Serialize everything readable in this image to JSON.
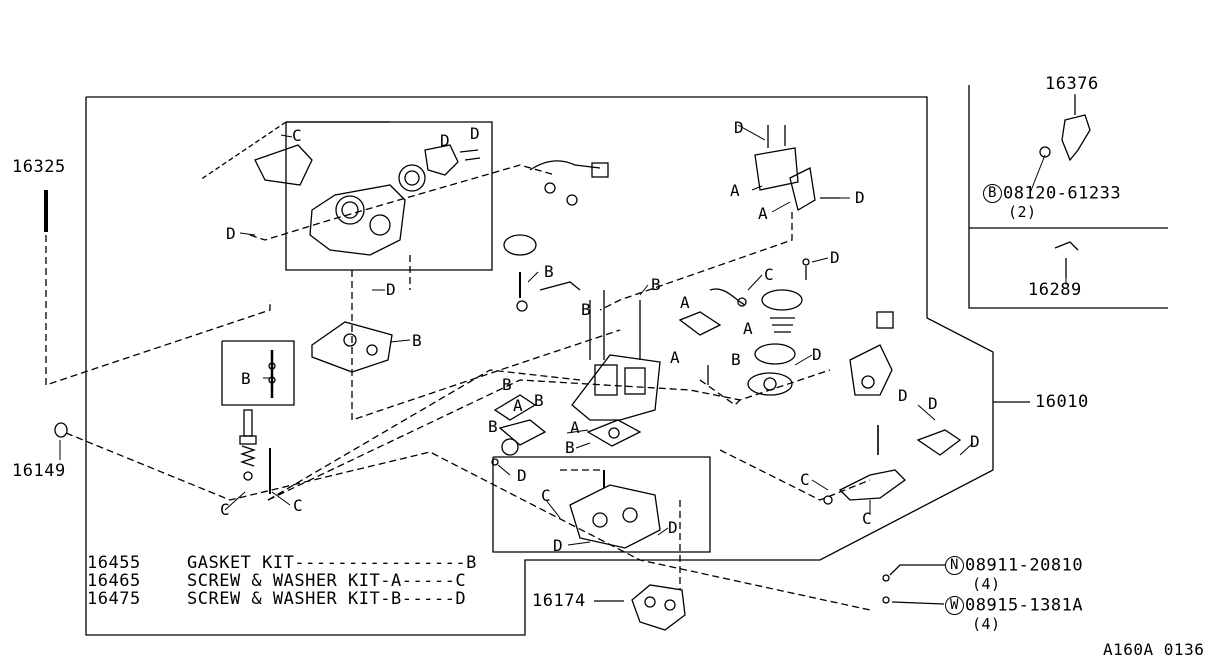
{
  "part_numbers": {
    "p16325": "16325",
    "p16149": "16149",
    "p16010": "16010",
    "p16376": "16376",
    "p16289": "16289",
    "p16174": "16174"
  },
  "bolt": {
    "symbol": "B",
    "number": "08120-61233",
    "qty": "(2)"
  },
  "nut": {
    "symbol": "N",
    "number": "08911-20810",
    "qty": "(4)"
  },
  "washer": {
    "symbol": "W",
    "number": "08915-1381A",
    "qty": "(4)"
  },
  "kits": [
    {
      "part": "16455",
      "name": "GASKET KIT",
      "leader": "----------------",
      "code": "B"
    },
    {
      "part": "16465",
      "name": "SCREW & WASHER KIT-A",
      "leader": "-----",
      "code": "C"
    },
    {
      "part": "16475",
      "name": "SCREW & WASHER KIT-B",
      "leader": "-----",
      "code": "D"
    }
  ],
  "callout_letters": {
    "A": "A",
    "B": "B",
    "C": "C",
    "D": "D"
  },
  "figure_code": "A160A 0136"
}
